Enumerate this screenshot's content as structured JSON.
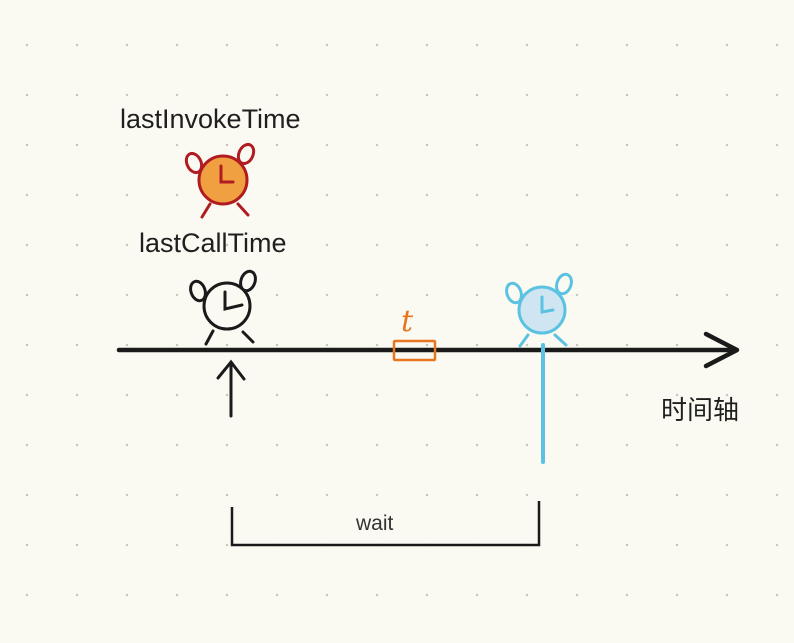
{
  "labels": {
    "last_invoke_time": "lastInvokeTime",
    "last_call_time": "lastCallTime",
    "timeline": "时间轴",
    "wait": "wait",
    "t": "t"
  },
  "colors": {
    "ink": "#1a1a1a",
    "invoke_alarm_fill": "#f0a040",
    "invoke_alarm_stroke": "#b01c22",
    "future_alarm_fill": "#cfe6f2",
    "future_alarm_stroke": "#5bc2e2",
    "t_marker": "#e8761e"
  },
  "icons": {
    "invoke_alarm": "alarm-clock-icon",
    "call_alarm": "alarm-clock-icon",
    "future_alarm": "alarm-clock-icon",
    "up_arrow": "arrow-up-icon"
  }
}
